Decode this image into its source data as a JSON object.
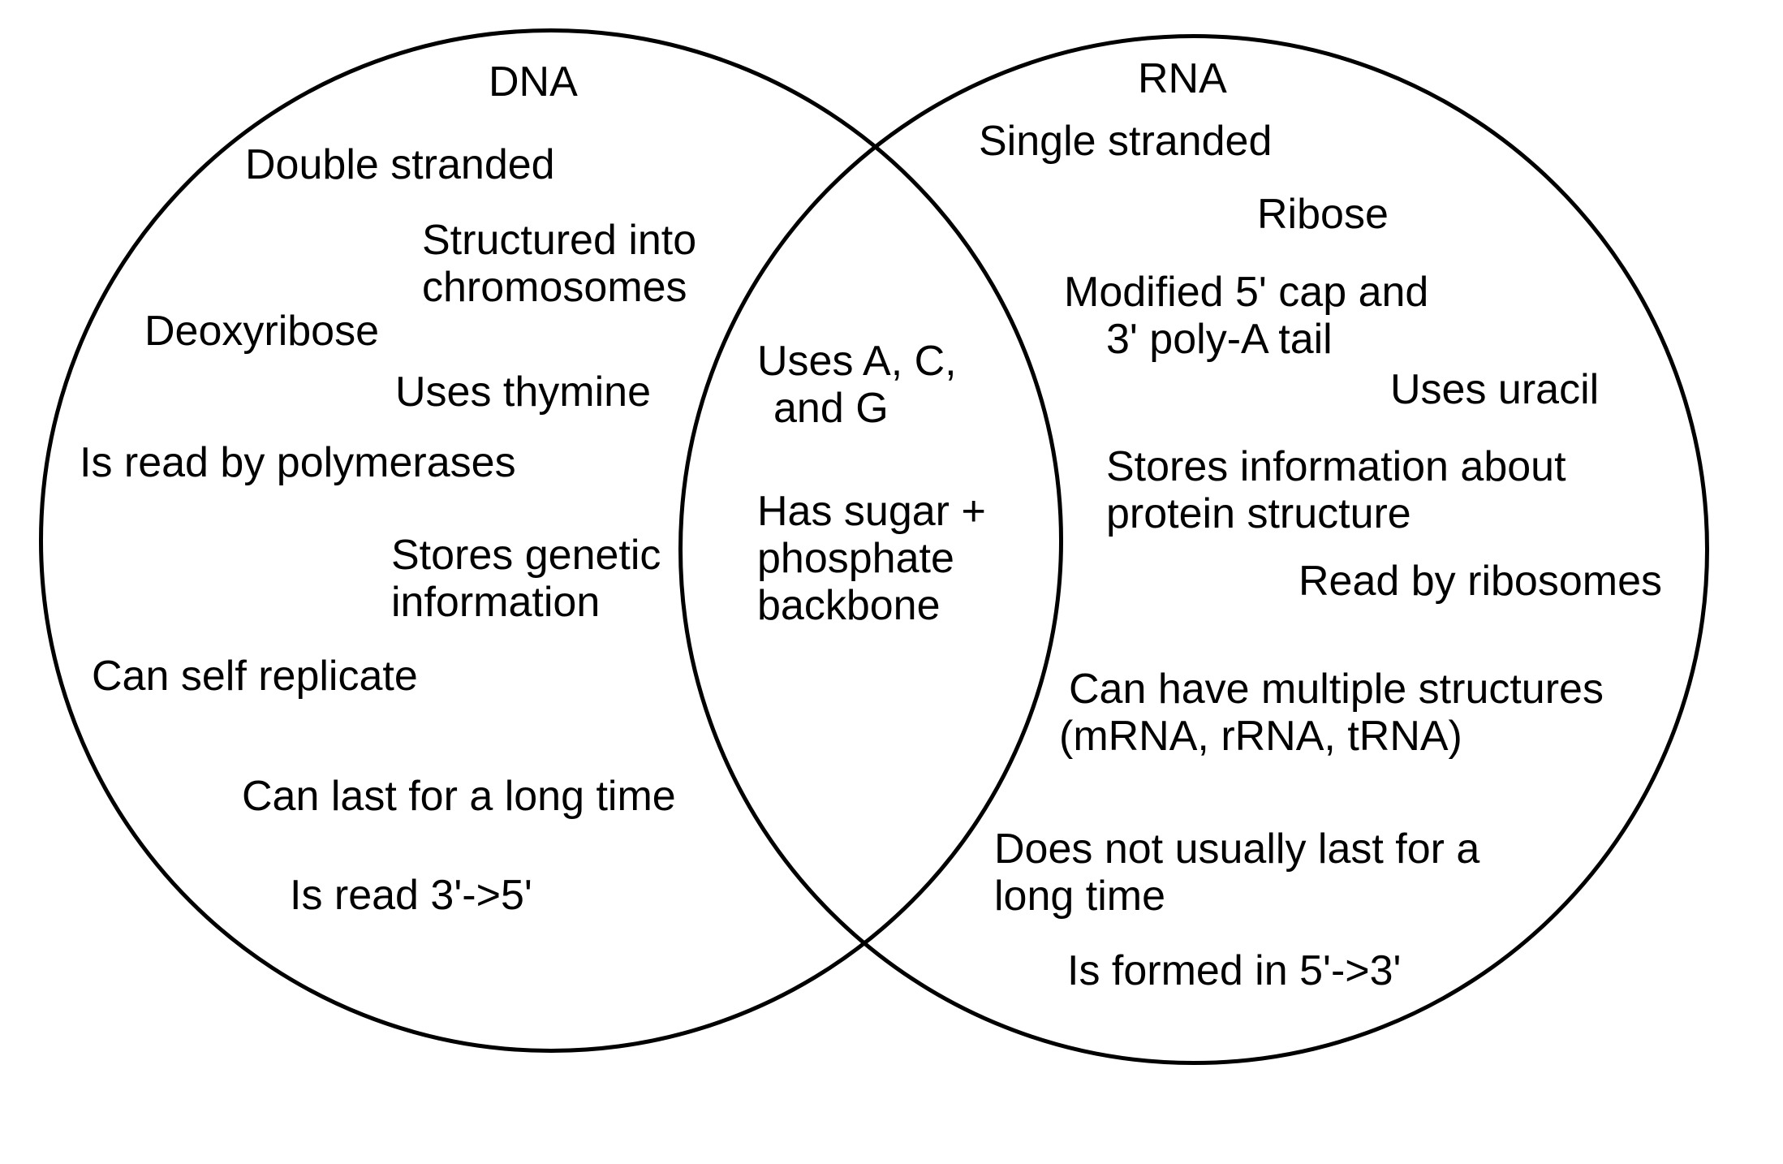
{
  "colors": {
    "background": "#ffffff",
    "circle_stroke": "#000000",
    "text": "#000000"
  },
  "d": {
    "left": {
      "title": "DNA",
      "items": [
        {
          "id": "double-stranded",
          "lines": [
            "Double stranded"
          ]
        },
        {
          "id": "structured-into-chromosomes",
          "lines": [
            "Structured into",
            "chromosomes"
          ]
        },
        {
          "id": "deoxyribose",
          "lines": [
            "Deoxyribose"
          ]
        },
        {
          "id": "uses-thymine",
          "lines": [
            "Uses thymine"
          ]
        },
        {
          "id": "read-by-polymerases",
          "lines": [
            "Is read by polymerases"
          ]
        },
        {
          "id": "stores-genetic-information",
          "lines": [
            "Stores genetic",
            "information"
          ]
        },
        {
          "id": "can-self-replicate",
          "lines": [
            "Can self replicate"
          ]
        },
        {
          "id": "can-last-long-time",
          "lines": [
            "Can last for a long time"
          ]
        },
        {
          "id": "read-3-to-5",
          "lines": [
            "Is read 3'->5'"
          ]
        }
      ]
    },
    "overlap": {
      "items": [
        {
          "id": "uses-a-c-g",
          "lines": [
            "Uses A, C,",
            "and G"
          ]
        },
        {
          "id": "sugar-phosphate-backbone",
          "lines": [
            "Has sugar +",
            "phosphate",
            "backbone"
          ]
        }
      ]
    },
    "right": {
      "title": "RNA",
      "items": [
        {
          "id": "single-stranded",
          "lines": [
            "Single stranded"
          ]
        },
        {
          "id": "ribose",
          "lines": [
            "Ribose"
          ]
        },
        {
          "id": "modified-cap-poly-a",
          "lines": [
            "Modified 5' cap and",
            "3' poly-A tail"
          ]
        },
        {
          "id": "uses-uracil",
          "lines": [
            "Uses uracil"
          ]
        },
        {
          "id": "stores-protein-info",
          "lines": [
            "Stores information about",
            "protein structure"
          ]
        },
        {
          "id": "read-by-ribosomes",
          "lines": [
            "Read by ribosomes"
          ]
        },
        {
          "id": "multiple-structures",
          "lines": [
            "Can have multiple structures",
            "(mRNA, rRNA, tRNA)"
          ]
        },
        {
          "id": "does-not-last-long",
          "lines": [
            "Does not usually last for a",
            "long time"
          ]
        },
        {
          "id": "formed-5-to-3",
          "lines": [
            "Is formed in 5'->3'"
          ]
        }
      ]
    }
  }
}
